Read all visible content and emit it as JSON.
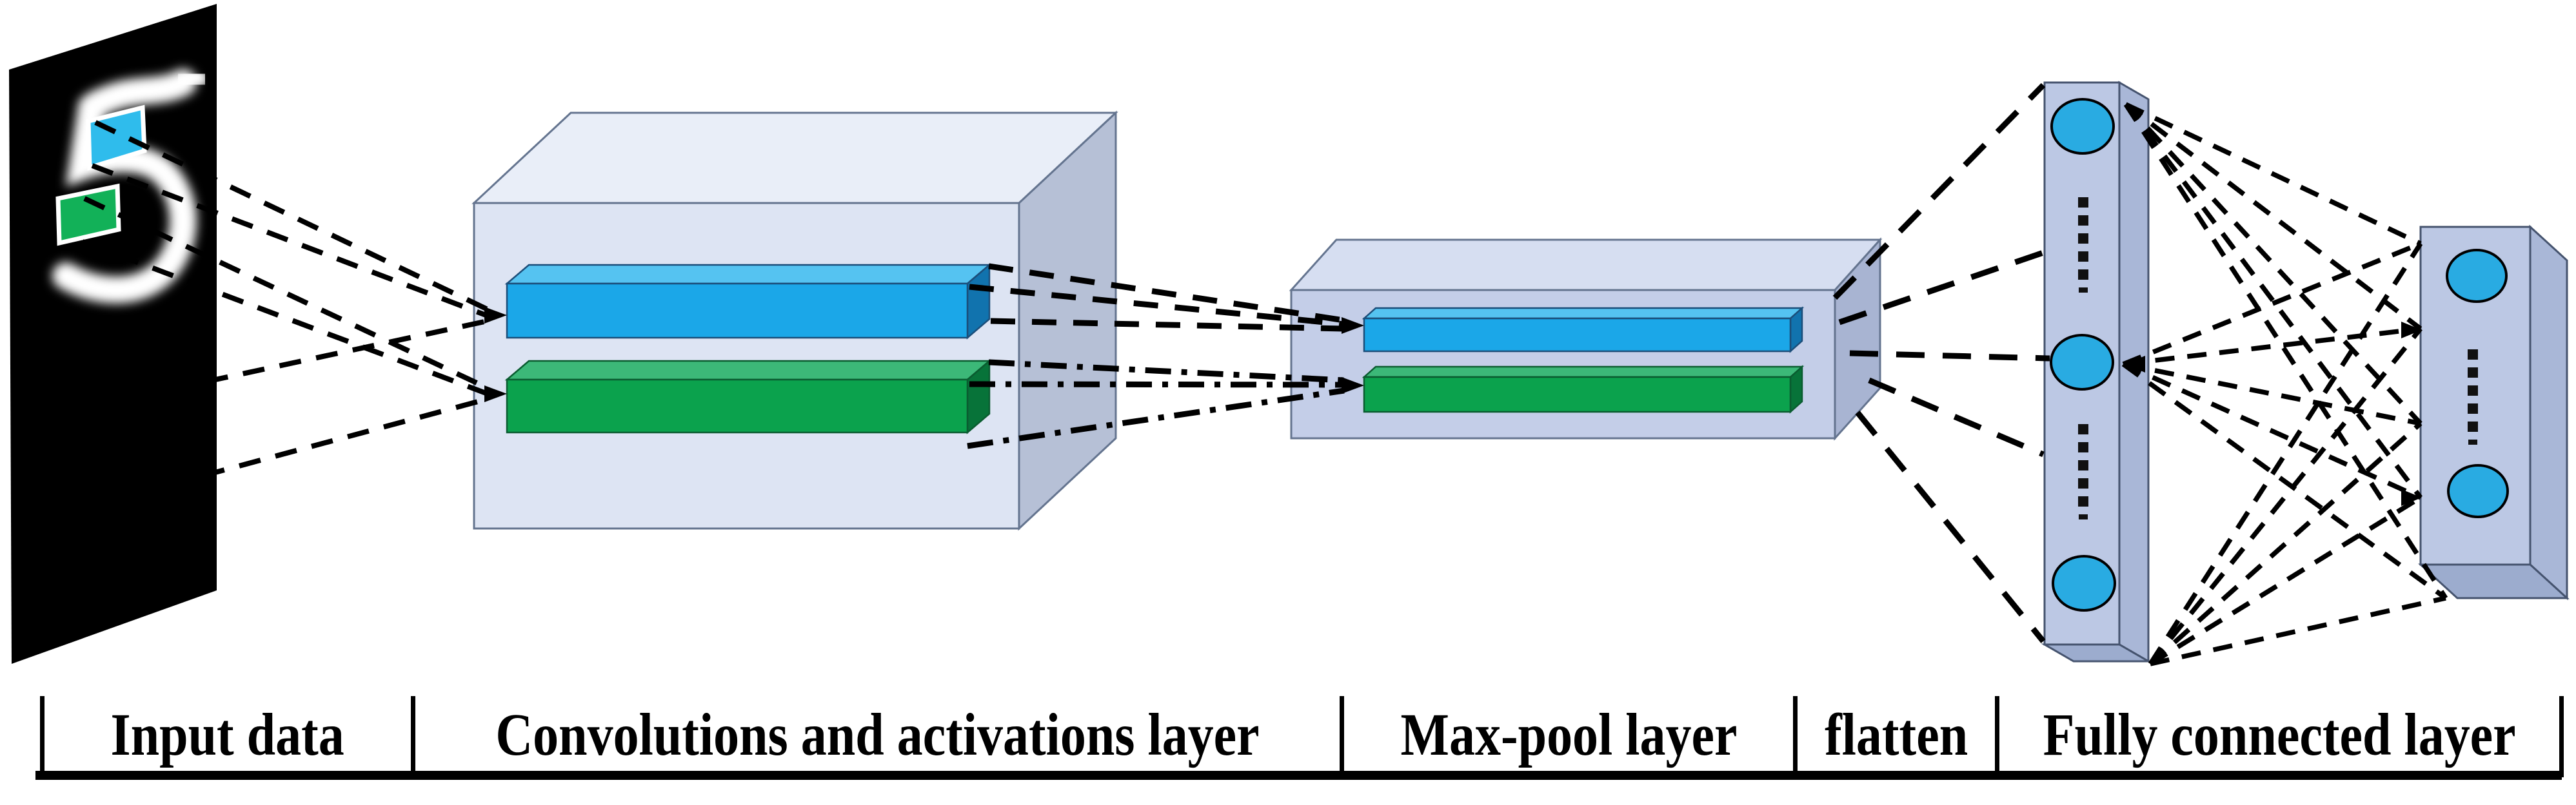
{
  "figure_type": "CNN architecture diagram",
  "stage_labels": {
    "input": "Input data",
    "conv": "Convolutions and activations layer",
    "pool": "Max-pool layer",
    "flatten": "flatten",
    "fc": "Fully connected layer"
  },
  "colors": {
    "input_bg": "#000000",
    "digit": "#ffffff",
    "patch_cyan": "#2fbcec",
    "patch_green": "#12b158",
    "conv_front": "#dde4f3",
    "conv_top": "#e9eef8",
    "conv_side": "#b6c0d6",
    "pool_front": "#c4cee8",
    "pool_top": "#d6def1",
    "pool_side": "#a8b4d2",
    "slab_front": "#bcc8e4",
    "slab_side": "#a9b7d7",
    "slab_bottom": "#9cacce",
    "bar_blue_front": "#1ba7e8",
    "bar_blue_top": "#55c3f1",
    "bar_blue_end": "#1173ae",
    "bar_green_front": "#0ba24d",
    "bar_green_top": "#3cb878",
    "bar_green_end": "#077339",
    "neuron_fill": "#29abe2",
    "line_color": "#000000"
  }
}
